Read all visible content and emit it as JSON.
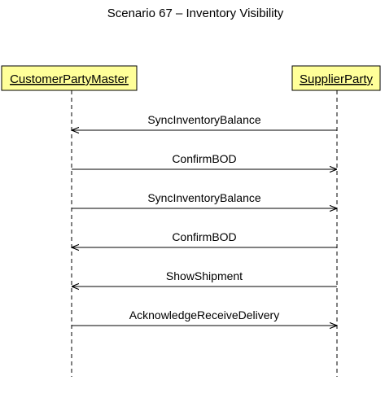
{
  "title": "Scenario 67 – Inventory Visibility",
  "colors": {
    "actor_fill": "#ffff99",
    "line": "#000000",
    "background": "#ffffff"
  },
  "participants": [
    {
      "id": "customer",
      "label": "CustomerPartyMaster"
    },
    {
      "id": "supplier",
      "label": "SupplierParty"
    }
  ],
  "messages": [
    {
      "label": "SyncInventoryBalance",
      "from": "supplier",
      "to": "customer"
    },
    {
      "label": "ConfirmBOD",
      "from": "customer",
      "to": "supplier"
    },
    {
      "label": "SyncInventoryBalance",
      "from": "customer",
      "to": "supplier"
    },
    {
      "label": "ConfirmBOD",
      "from": "supplier",
      "to": "customer"
    },
    {
      "label": "ShowShipment",
      "from": "supplier",
      "to": "customer"
    },
    {
      "label": "AcknowledgeReceiveDelivery",
      "from": "customer",
      "to": "supplier"
    }
  ]
}
